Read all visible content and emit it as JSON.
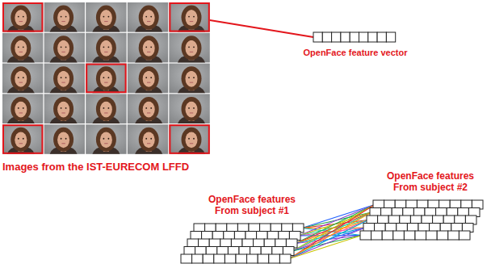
{
  "diagram": {
    "labels": [
      "OpenFace feature vector",
      "Images from the IST-EURECOM LFFD",
      "OpenFace features From subject #2",
      "OpenFace features From subject #1"
    ]
  }
}
